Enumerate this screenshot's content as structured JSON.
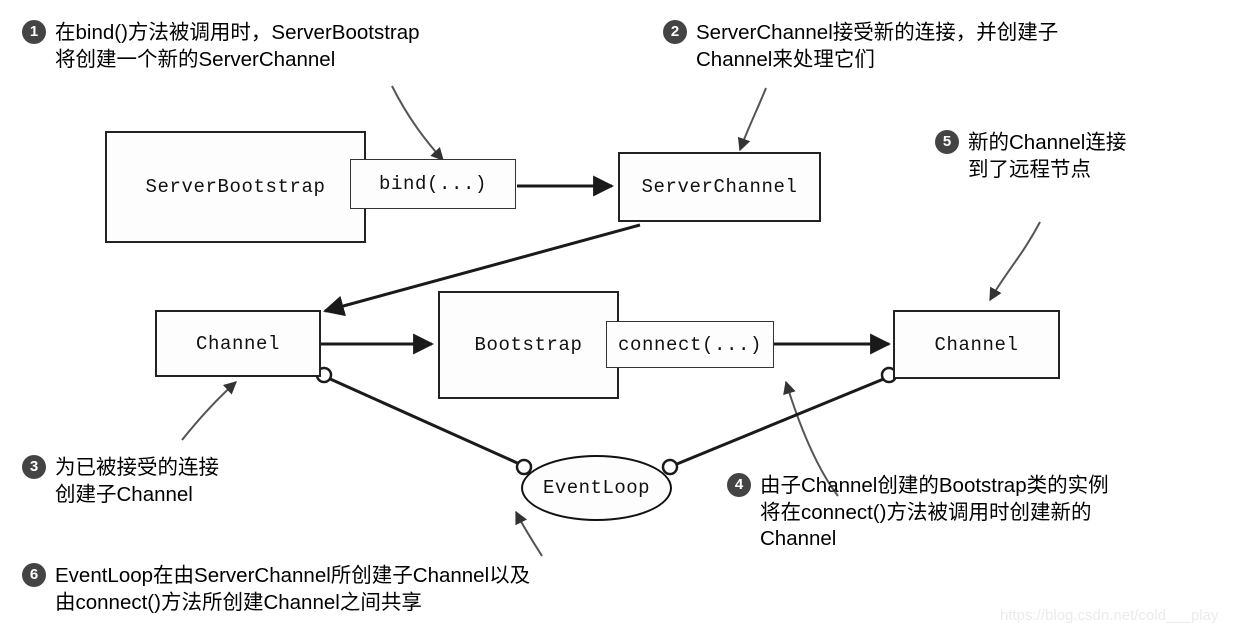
{
  "diagram": {
    "title": "Netty ServerBootstrap and Bootstrap relationship diagram",
    "background_color": "#ffffff",
    "stroke_color": "#222222",
    "bullet_color": "#444444",
    "nodes": [
      {
        "id": "server-bootstrap",
        "label": "ServerBootstrap",
        "shape": "rect"
      },
      {
        "id": "bind",
        "label": "bind(...)",
        "shape": "rect"
      },
      {
        "id": "server-channel",
        "label": "ServerChannel",
        "shape": "rect"
      },
      {
        "id": "child-channel",
        "label": "Channel",
        "shape": "rect"
      },
      {
        "id": "bootstrap",
        "label": "Bootstrap",
        "shape": "rect"
      },
      {
        "id": "connect",
        "label": "connect(...)",
        "shape": "rect"
      },
      {
        "id": "remote-channel",
        "label": "Channel",
        "shape": "rect"
      },
      {
        "id": "event-loop",
        "label": "EventLoop",
        "shape": "ellipse"
      }
    ],
    "callouts": [
      {
        "number": "1",
        "text": "在bind()方法被调用时，ServerBootstrap\n将创建一个新的ServerChannel"
      },
      {
        "number": "2",
        "text": "ServerChannel接受新的连接，并创建子\nChannel来处理它们"
      },
      {
        "number": "3",
        "text": "为已被接受的连接\n创建子Channel"
      },
      {
        "number": "4",
        "text": "由子Channel创建的Bootstrap类的实例\n将在connect()方法被调用时创建新的\nChannel"
      },
      {
        "number": "5",
        "text": "新的Channel连接\n到了远程节点"
      },
      {
        "number": "6",
        "text": "EventLoop在由ServerChannel所创建子Channel以及\n由connect()方法所创建Channel之间共享"
      }
    ],
    "watermark": "https://blog.csdn.net/cold___play"
  }
}
